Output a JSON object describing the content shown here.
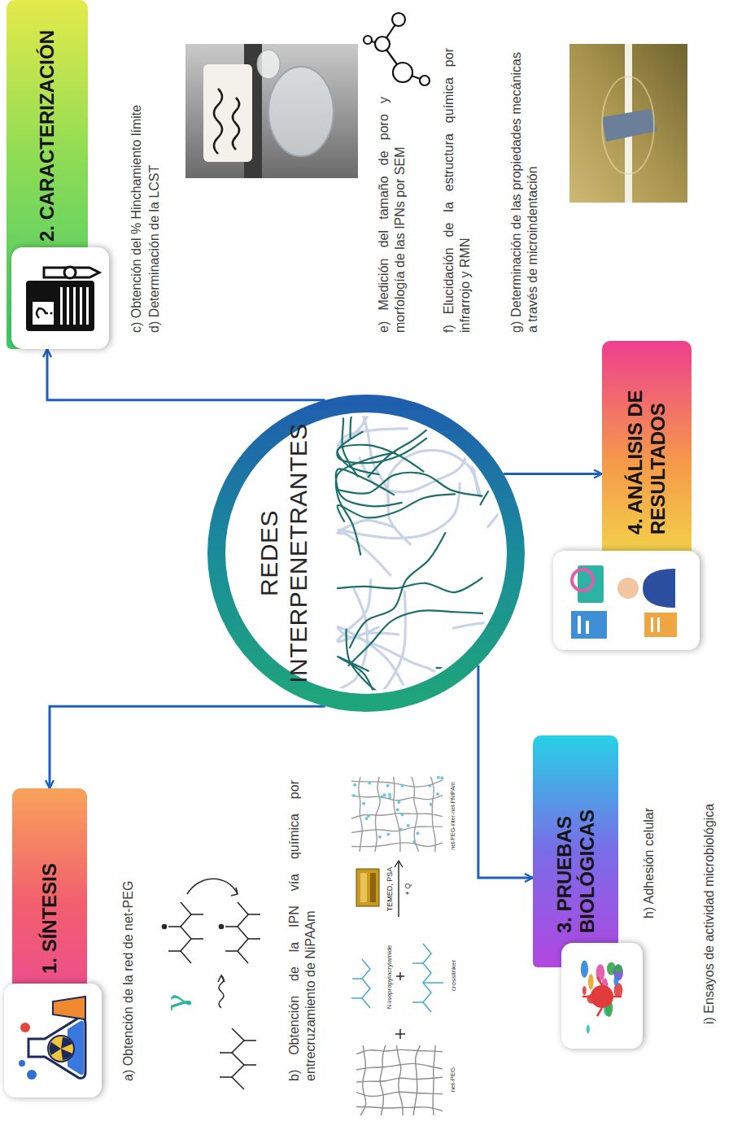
{
  "diagram": {
    "nodes": [
      {
        "text": [
          "REDES INTERPENETRANTES"
        ]
      },
      {
        "text": [
          "1. SÍNTESIS"
        ]
      },
      {
        "text": [
          "2. CARACTERIZACIÓN"
        ]
      },
      {
        "text": [
          "3. PRUEBAS BIOLÓGICAS"
        ]
      },
      {
        "text": [
          "4. ANÁLISIS DE RESULTADOS"
        ]
      }
    ],
    "edges": [
      {
        "from": 0,
        "to": 1,
        "arrow": "to"
      },
      {
        "from": 0,
        "to": 2,
        "arrow": "to"
      },
      {
        "from": 0,
        "to": 3,
        "arrow": "to"
      },
      {
        "from": 0,
        "to": 4,
        "arrow": "to"
      }
    ],
    "labels": [
      "a) Obtención de la red de net-PEG",
      "b) Obtención de la IPN vía química por entrecruzamiento de NiPAAm",
      "c) Obtención del % Hinchamiento límite",
      "d) Determinación de la LCST",
      "e) Medición del tamaño de poro y morfología de las IPNs por SEM",
      "f) Elucidación de la estructura química por infrarrojo y RMN",
      "g) Determinación de las propiedades mecánicas a través de microindentación",
      "h) Adhesión celular",
      "i) Ensayos de actividad microbiológica",
      "γ",
      "net-PEG",
      "N-isopropylacrylamide",
      "crosslinker",
      "TEMED, PSA",
      "+ Q",
      "net-PEG-inter-net-PNIPAm"
    ]
  }
}
